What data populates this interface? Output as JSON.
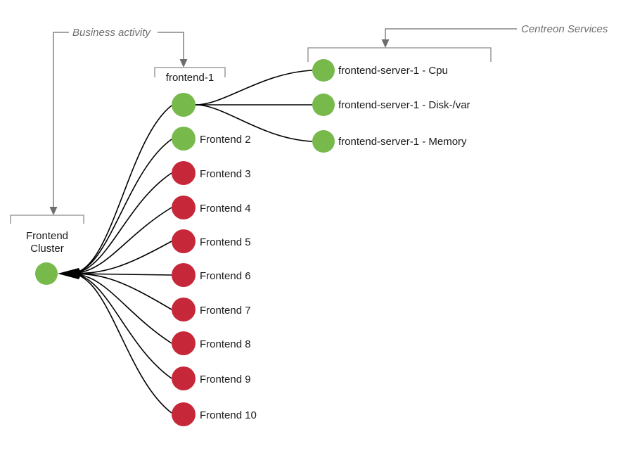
{
  "diagram": {
    "title": "Centreon BAM topology",
    "colors": {
      "status_ok": "#77b94b",
      "status_critical": "#c6283a",
      "edge": "#000000",
      "annotation": "#6e6e6e",
      "bracket": "#8a8a8a",
      "label_text": "#1a1a1a",
      "background": "#ffffff"
    },
    "annotations": [
      {
        "id": "business-activity",
        "label": "Business activity",
        "points_to": "frontend-cluster-group"
      },
      {
        "id": "centreon-services",
        "label": "Centreon Services",
        "points_to": "centreon-services-group"
      }
    ],
    "groups": [
      {
        "id": "frontend-cluster-group",
        "label_line1": "Frontend",
        "label_line2": "Cluster"
      },
      {
        "id": "frontend-1-group",
        "label": "frontend-1"
      },
      {
        "id": "centreon-services-group",
        "label": ""
      }
    ],
    "root_node": {
      "id": "frontend-cluster",
      "label_line1": "Frontend",
      "label_line2": "Cluster",
      "status": "ok"
    },
    "frontend_nodes": [
      {
        "id": "frontend-1",
        "label": "frontend-1",
        "label_shown": false,
        "status": "ok"
      },
      {
        "id": "frontend-2",
        "label": "Frontend 2",
        "label_shown": true,
        "status": "ok"
      },
      {
        "id": "frontend-3",
        "label": "Frontend 3",
        "label_shown": true,
        "status": "critical"
      },
      {
        "id": "frontend-4",
        "label": "Frontend 4",
        "label_shown": true,
        "status": "critical"
      },
      {
        "id": "frontend-5",
        "label": "Frontend 5",
        "label_shown": true,
        "status": "critical"
      },
      {
        "id": "frontend-6",
        "label": "Frontend 6",
        "label_shown": true,
        "status": "critical"
      },
      {
        "id": "frontend-7",
        "label": "Frontend 7",
        "label_shown": true,
        "status": "critical"
      },
      {
        "id": "frontend-8",
        "label": "Frontend 8",
        "label_shown": true,
        "status": "critical"
      },
      {
        "id": "frontend-9",
        "label": "Frontend 9",
        "label_shown": true,
        "status": "critical"
      },
      {
        "id": "frontend-10",
        "label": "Frontend 10",
        "label_shown": true,
        "status": "critical"
      }
    ],
    "service_nodes": [
      {
        "id": "svc-cpu",
        "label": "frontend-server-1 - Cpu",
        "status": "ok"
      },
      {
        "id": "svc-disk-var",
        "label": "frontend-server-1 - Disk-/var",
        "status": "ok"
      },
      {
        "id": "svc-memory",
        "label": "frontend-server-1 - Memory",
        "status": "ok"
      }
    ]
  }
}
